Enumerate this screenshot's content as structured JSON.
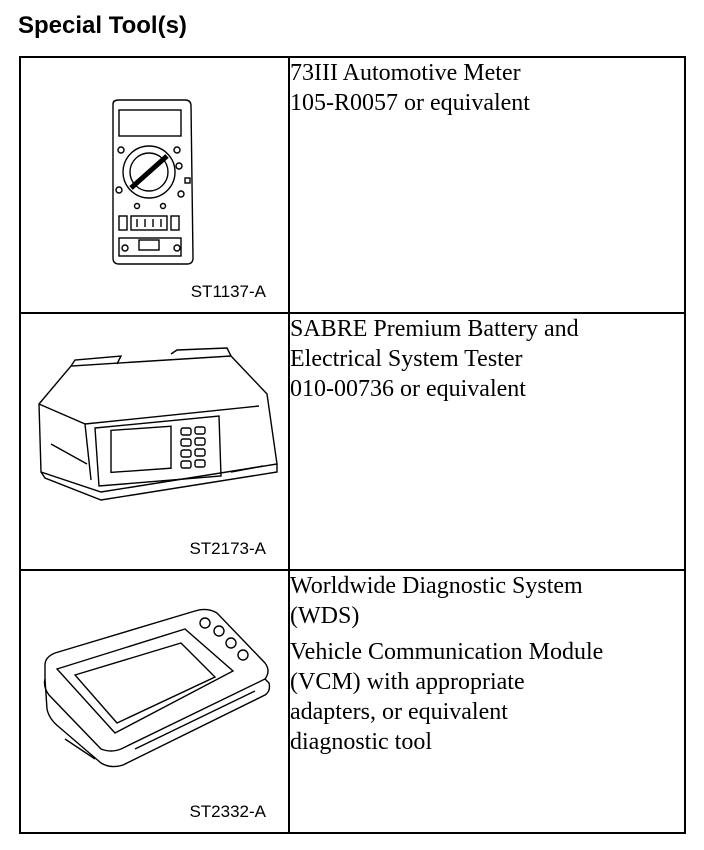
{
  "heading": "Special Tool(s)",
  "tools": [
    {
      "code": "ST1137-A",
      "illustration": "multimeter-icon",
      "description": [
        [
          "73III Automotive Meter",
          "105-R0057 or equivalent"
        ]
      ]
    },
    {
      "code": "ST2173-A",
      "illustration": "battery-tester-icon",
      "description": [
        [
          "SABRE Premium Battery and",
          "Electrical System Tester",
          "010-00736 or equivalent"
        ]
      ]
    },
    {
      "code": "ST2332-A",
      "illustration": "diagnostic-module-icon",
      "description": [
        [
          "Worldwide Diagnostic System",
          "(WDS)"
        ],
        [
          "Vehicle Communication Module",
          "(VCM) with appropriate",
          "adapters, or equivalent",
          "diagnostic tool"
        ]
      ]
    }
  ]
}
